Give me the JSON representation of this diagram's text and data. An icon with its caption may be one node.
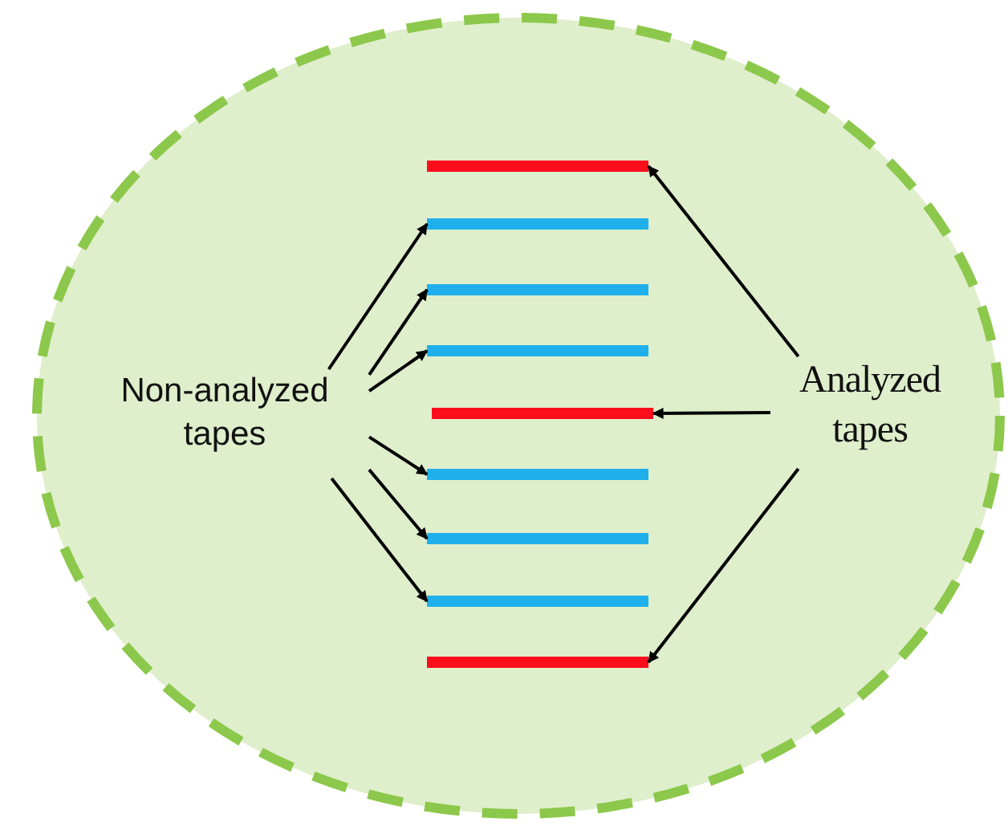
{
  "diagram": {
    "nodes": [
      {
        "text": [],
        "shape": "ellipse"
      },
      {
        "text": [
          "Non-analyzed tapes"
        ],
        "in": 0
      },
      {
        "text": [
          "Analyzed tapes"
        ],
        "in": 0
      },
      {
        "text": [],
        "shape": "bar",
        "in": 0
      },
      {
        "text": [],
        "shape": "bar",
        "in": 0
      },
      {
        "text": [],
        "shape": "bar",
        "in": 0
      },
      {
        "text": [],
        "shape": "bar",
        "in": 0
      },
      {
        "text": [],
        "shape": "bar",
        "in": 0
      },
      {
        "text": [],
        "shape": "bar",
        "in": 0
      },
      {
        "text": [],
        "shape": "bar",
        "in": 0
      },
      {
        "text": [],
        "shape": "bar",
        "in": 0
      },
      {
        "text": [],
        "shape": "bar",
        "in": 0
      }
    ],
    "edges": [
      {
        "from": 1,
        "to": 4,
        "arrow": "to"
      },
      {
        "from": 1,
        "to": 5,
        "arrow": "to"
      },
      {
        "from": 1,
        "to": 6,
        "arrow": "to"
      },
      {
        "from": 1,
        "to": 8,
        "arrow": "to"
      },
      {
        "from": 1,
        "to": 9,
        "arrow": "to"
      },
      {
        "from": 1,
        "to": 10,
        "arrow": "to"
      },
      {
        "from": 2,
        "to": 3,
        "arrow": "to"
      },
      {
        "from": 2,
        "to": 7,
        "arrow": "to"
      },
      {
        "from": 2,
        "to": 11,
        "arrow": "to"
      }
    ]
  }
}
